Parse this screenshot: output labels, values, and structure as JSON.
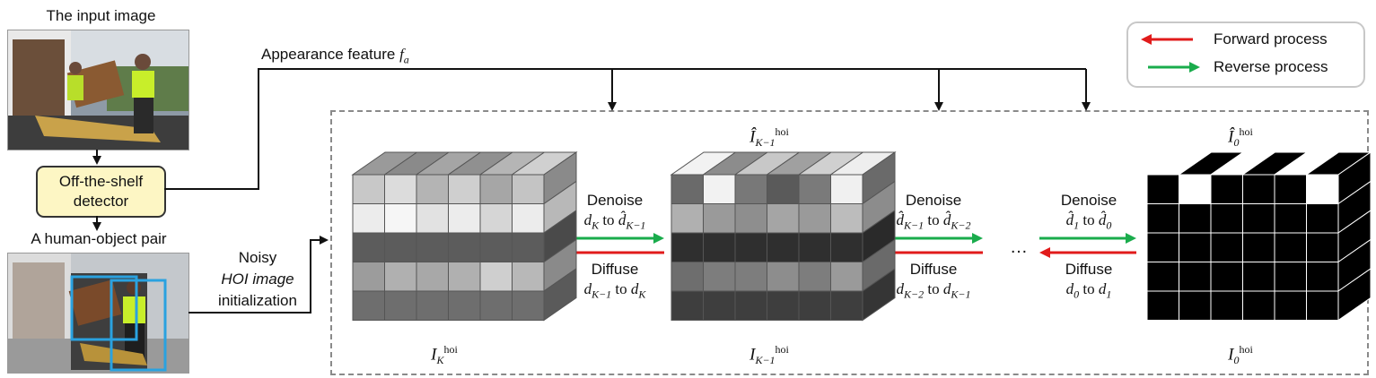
{
  "input_image_title": "The input image",
  "detector_label_line1": "Off-the-shelf",
  "detector_label_line2": "detector",
  "pair_title": "A human-object pair",
  "appearance_feature": {
    "text": "Appearance feature ",
    "symbol": "f",
    "subscript": "a"
  },
  "noisy_init": {
    "line1": "Noisy",
    "line2": "HOI image",
    "line3": "initialization"
  },
  "legend": {
    "forward": "Forward process",
    "reverse": "Reverse process"
  },
  "colors": {
    "forward": "#e11b1b",
    "reverse": "#1aac4c",
    "detector_fill": "#fdf6c4",
    "bbox": "#2aa2e0"
  },
  "transitions": [
    {
      "denoise": "Denoise",
      "denoise_math": "d_K to d̂_{K−1}",
      "diffuse": "Diffuse",
      "diffuse_math": "d_{K−1} to d_K"
    },
    {
      "denoise": "Denoise",
      "denoise_math": "d̂_{K−1} to d̂_{K−2}",
      "diffuse": "Diffuse",
      "diffuse_math": "d_{K−2} to d_{K−1}"
    },
    {
      "denoise": "Denoise",
      "denoise_math": "d̂_1 to d̂_0",
      "diffuse": "Diffuse",
      "diffuse_math": "d_0 to d_1"
    }
  ],
  "ellipsis": "…",
  "cube_labels": {
    "cube1_bottom": "I_K^hoi",
    "cube2_top": "Î_{K−1}^hoi",
    "cube2_bottom": "I_{K−1}^hoi",
    "cube3_top": "Î_0^hoi",
    "cube3_bottom": "I_0^hoi"
  },
  "math_words": {
    "to": "to",
    "hoi": "hoi"
  }
}
